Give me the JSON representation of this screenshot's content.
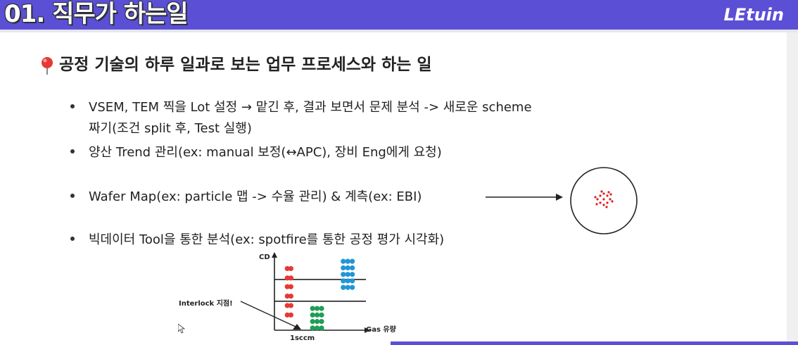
{
  "header": {
    "title": "01. 직무가 하는일",
    "logo": "LEtuin",
    "bg_color": "#5b4fd6"
  },
  "heading": {
    "icon": "pushpin-icon",
    "text": "공정 기술의 하루 일과로 보는 업무 프로세스와 하는 일"
  },
  "bullets": [
    {
      "line1": "VSEM, TEM 찍을 Lot 설정 → 맡긴 후, 결과 보면서 문제 분석 -> 새로운 scheme",
      "line2": "짜기(조건 split 후, Test 실행)"
    },
    {
      "line1": "양산 Trend 관리(ex: manual 보정(↔APC), 장비 Eng에게 요청)"
    },
    {
      "line1": "Wafer Map(ex: particle 맵 -> 수율 관리) & 계측(ex: EBI)"
    },
    {
      "line1": "빅데이터 Tool을 통한 분석(ex: spotfire를 통한 공정 평가 시각화)"
    }
  ],
  "wafer": {
    "dot_color": "#e02020",
    "particle_count": 16
  },
  "chart_data": {
    "type": "scatter",
    "xlabel": "Gas 유량",
    "ylabel": "CD",
    "x_ticks": [
      "1sccm"
    ],
    "annotations": [
      "Interlock 지점!"
    ],
    "series": [
      {
        "color": "#e53935",
        "points": [
          [
            0.4,
            0.85
          ],
          [
            0.6,
            0.85
          ],
          [
            0.4,
            0.72
          ],
          [
            0.6,
            0.72
          ],
          [
            0.4,
            0.6
          ],
          [
            0.6,
            0.6
          ],
          [
            0.4,
            0.47
          ],
          [
            0.6,
            0.47
          ],
          [
            0.4,
            0.34
          ],
          [
            0.6,
            0.34
          ],
          [
            0.4,
            0.21
          ],
          [
            0.6,
            0.21
          ]
        ]
      },
      {
        "color": "#2196d8",
        "points": [
          [
            3.5,
            0.95
          ],
          [
            3.75,
            0.95
          ],
          [
            4.0,
            0.95
          ],
          [
            3.5,
            0.86
          ],
          [
            3.75,
            0.86
          ],
          [
            4.0,
            0.86
          ],
          [
            3.5,
            0.77
          ],
          [
            3.75,
            0.77
          ],
          [
            4.0,
            0.77
          ],
          [
            3.5,
            0.68
          ],
          [
            3.75,
            0.68
          ],
          [
            4.0,
            0.68
          ],
          [
            3.5,
            0.59
          ],
          [
            3.75,
            0.59
          ],
          [
            4.0,
            0.59
          ]
        ]
      },
      {
        "color": "#1e9e55",
        "points": [
          [
            1.8,
            0.3
          ],
          [
            2.05,
            0.3
          ],
          [
            2.3,
            0.3
          ],
          [
            1.8,
            0.21
          ],
          [
            2.05,
            0.21
          ],
          [
            2.3,
            0.21
          ],
          [
            1.8,
            0.12
          ],
          [
            2.05,
            0.12
          ],
          [
            2.3,
            0.12
          ],
          [
            1.8,
            0.03
          ],
          [
            2.05,
            0.03
          ],
          [
            2.3,
            0.03
          ]
        ]
      }
    ],
    "hlines": [
      0.7,
      0.4
    ]
  }
}
